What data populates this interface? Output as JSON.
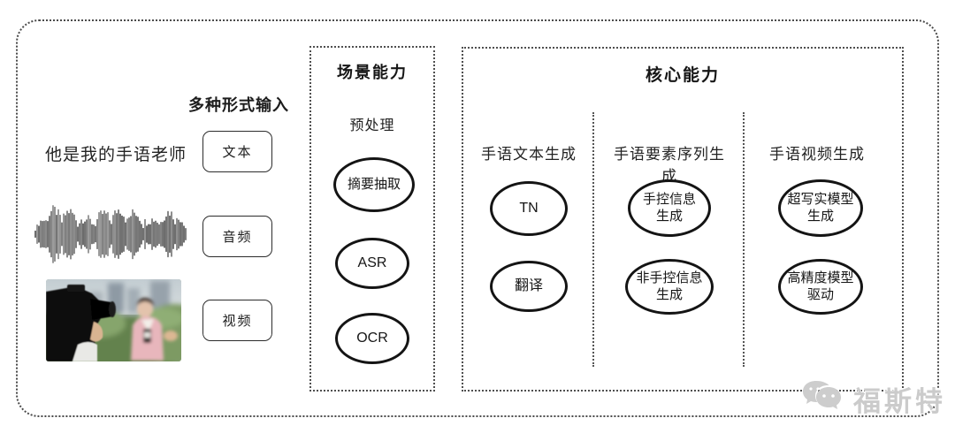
{
  "input_section": {
    "header": "多种形式输入",
    "sample_text": "他是我的手语老师",
    "items": [
      {
        "label": "文本"
      },
      {
        "label": "音频"
      },
      {
        "label": "视频"
      }
    ]
  },
  "scene_box": {
    "title": "场景能力",
    "subtitle": "预处理",
    "nodes": [
      "摘要抽取",
      "ASR",
      "OCR"
    ]
  },
  "core_box": {
    "title": "核心能力",
    "columns": [
      {
        "label": "手语文本生成",
        "nodes": [
          "TN",
          "翻译"
        ]
      },
      {
        "label": "手语要素序列生成",
        "nodes": [
          "手控信息\n生成",
          "非手控信息\n生成"
        ]
      },
      {
        "label": "手语视频生成",
        "nodes": [
          "超写实模型\n生成",
          "高精度模型\n驱动"
        ]
      }
    ]
  },
  "watermark": {
    "text": "福斯特"
  },
  "icons": {
    "waveform": "audio-waveform-icon",
    "video_thumb": "reporter-video-thumbnail",
    "logo": "chat-bubbles-logo-icon"
  },
  "colors": {
    "line": "#141414",
    "frame": "#4b4b4b",
    "watermark": "#cbcbcb",
    "background": "#ffffff"
  }
}
